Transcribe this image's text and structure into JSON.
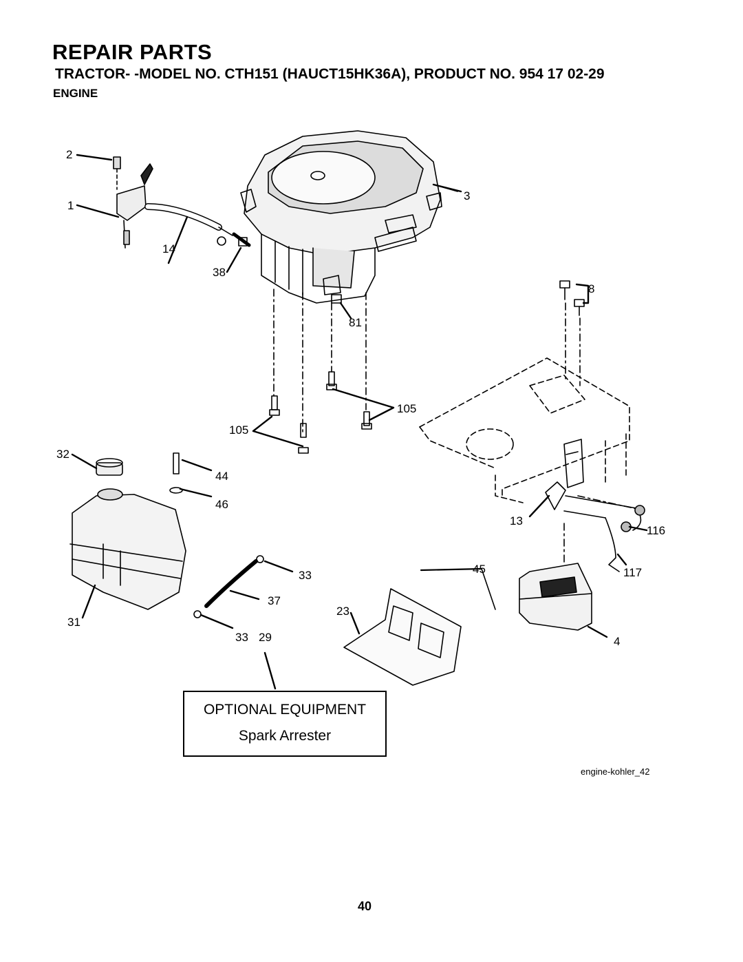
{
  "header": {
    "title": "REPAIR PARTS",
    "subtitle": "TRACTOR- -MODEL NO. CTH151 (HAUCT15HK36A), PRODUCT NO. 954 17 02-29",
    "section": "ENGINE"
  },
  "callouts": {
    "c1": "1",
    "c2": "2",
    "c3": "3",
    "c4": "4",
    "c8": "8",
    "c13": "13",
    "c14": "14",
    "c23": "23",
    "c29": "29",
    "c31": "31",
    "c32": "32",
    "c33a": "33",
    "c33b": "33",
    "c37": "37",
    "c38": "38",
    "c44": "44",
    "c45": "45",
    "c46": "46",
    "c81": "81",
    "c105a": "105",
    "c105b": "105",
    "c116": "116",
    "c117": "117"
  },
  "optional_equipment": {
    "title": "OPTIONAL EQUIPMENT",
    "item": "Spark Arrester"
  },
  "figure_ref": "engine-kohler_42",
  "page_number": "40"
}
